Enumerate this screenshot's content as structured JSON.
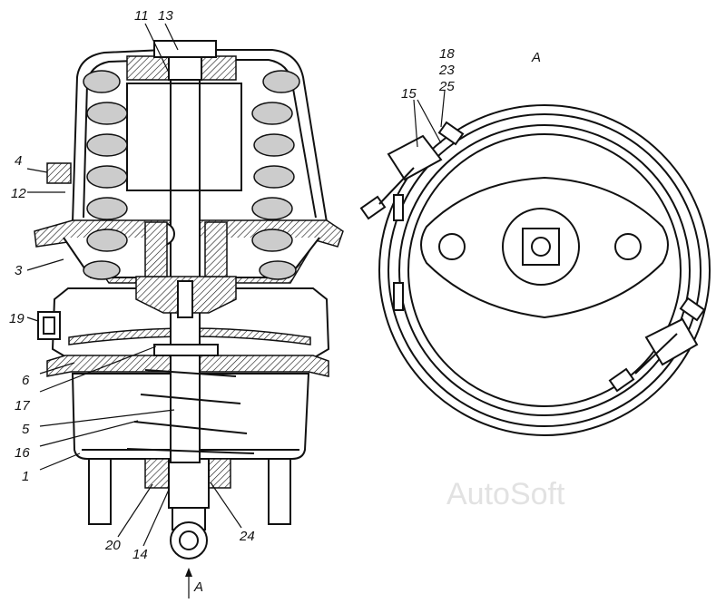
{
  "labels": {
    "l11": "11",
    "l13": "13",
    "l4": "4",
    "l12": "12",
    "l3": "3",
    "l19": "19",
    "l6": "6",
    "l17": "17",
    "l5": "5",
    "l16": "16",
    "l1": "1",
    "l20": "20",
    "l14": "14",
    "l24": "24",
    "arrowA": "A",
    "viewA": "A",
    "l18": "18",
    "l23": "23",
    "l25": "25",
    "l15": "15"
  },
  "watermark": "AutoSoft"
}
